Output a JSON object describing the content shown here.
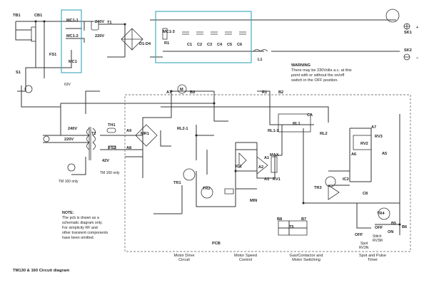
{
  "labels": {
    "tb1": "TB1",
    "cb1": "CB1",
    "fs1": "FS1",
    "s1": "S1",
    "mc1_1": "MC1-1",
    "mc1_2": "MC1-2",
    "mc1_coil": "MC1",
    "v240_top": "240V",
    "v220_top": "220V",
    "t1": "T1",
    "d1d4": "D1-D4",
    "mc1_3": "MC1-3",
    "r1": "R1",
    "c1": "C1",
    "c2": "C2",
    "c3": "C3",
    "c4": "C4",
    "c5": "C5",
    "c6": "C6",
    "sk1": "SK1",
    "sk2": "SK2",
    "l1": "L1",
    "v63": "63V",
    "a7_top": "A7",
    "motor": "M",
    "b9": "B9",
    "r1b": "R1",
    "b2": "B2",
    "v240_mid": "240V",
    "v220_mid": "220V",
    "t2": "T2",
    "th1": "TH1",
    "a9": "A9",
    "mr1": "MR1",
    "a8": "A8",
    "fs2": "FS2",
    "v42": "42V",
    "tm160_a": "TM 160 only",
    "tm160_b": "TM 160 only",
    "rl2_1": "RL2-1",
    "rl1_1": "RL1-1",
    "rl1": "RL1",
    "rl2": "RL2",
    "ca": "CA",
    "a7_right": "A7",
    "rv2": "RV2",
    "rv3": "RV3",
    "a6": "A6",
    "a5": "A5",
    "max": "MAX",
    "min": "MIN",
    "a1": "A1",
    "a2": "A2",
    "a3": "A3",
    "ic1": "IC1",
    "rv1": "RV1",
    "tr1": "TR1",
    "tr2": "TR2",
    "tr3": "TR3",
    "ic2": "IC2",
    "c8": "C8",
    "tr4": "TR4",
    "b8": "B8",
    "b7": "B7",
    "t5": "T5",
    "b5": "B5",
    "b6": "B6",
    "off_a": "OFF",
    "on": "ON",
    "off_b": "OFF",
    "stitch": "Stitch",
    "rv3m": "RV3M",
    "spot": "Spot",
    "rv3n": "RV3N",
    "pcb": "PCB",
    "plus": "+",
    "minus": "−"
  },
  "warning": {
    "title": "WARNING",
    "line1": "There may be 230Volts a.c. at this",
    "line2": "point with or without the on/off",
    "line3": "switch in the OFF position."
  },
  "note": {
    "title": "NOTE:",
    "line1": "The pcb is drawn as a",
    "line2": "schematic diagram only.",
    "line3": "For simplicity RF and",
    "line4": "other transient components",
    "line5": "have been omitted."
  },
  "sections": {
    "motor_drive_1": "Motor Drive",
    "motor_drive_2": "Circuit",
    "motor_speed_1": "Motor Speed",
    "motor_speed_2": "Control",
    "gas_1": "Gas/Contactor and",
    "gas_2": "Motor Switching",
    "spot_1": "Spot and Pulse",
    "spot_2": "Timer"
  },
  "caption": "TM130 & 160 Circuit diagram",
  "colors": {
    "highlight": "#39a7b7",
    "ink": "#333333"
  }
}
